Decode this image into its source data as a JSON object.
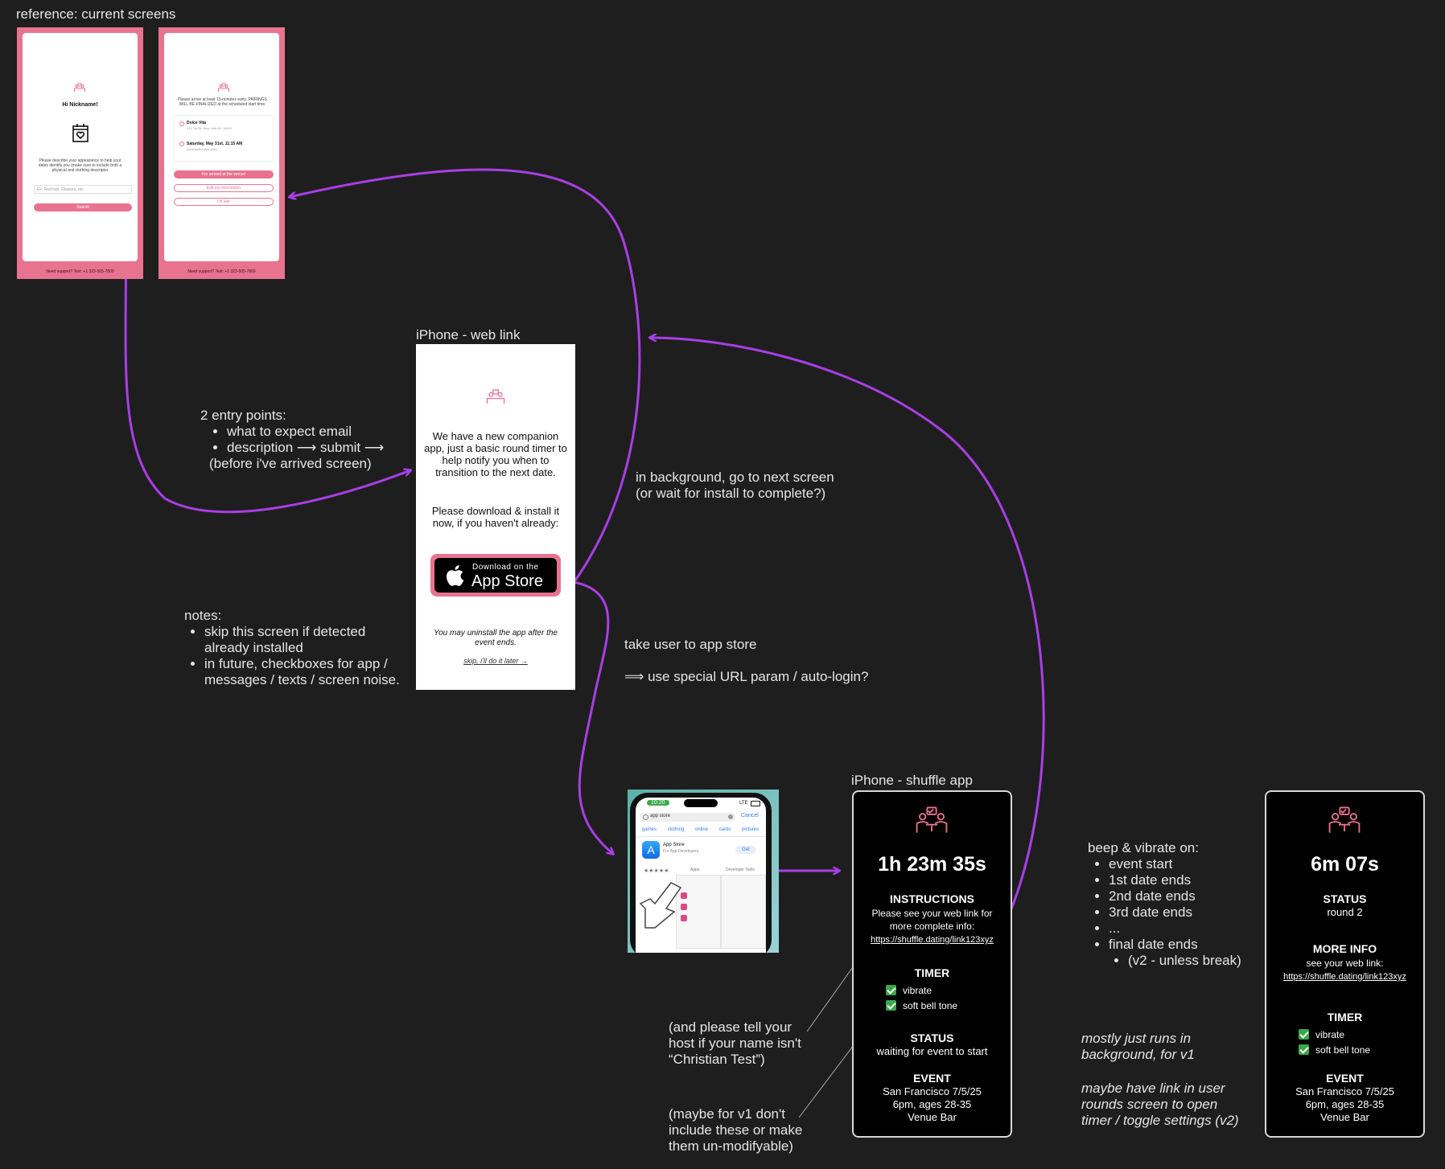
{
  "ref_title": "reference: current screens",
  "ref_screen1": {
    "greeting": "Hi Nickname!",
    "body": "Please describe your appearance to help your dates identify you (make sure to include both a physical and clothing descriptor",
    "input_placeholder": "Ex: Red hair, Glasses, etc.",
    "submit": "Submit",
    "footer": "Need support? Text: +1 323-505-7809"
  },
  "ref_screen2": {
    "body": "Please arrive at least 15-minutes early. PAIRINGS WILL BE FINALIZED at the scheduled start time.",
    "venue": "Dolce Vita",
    "address": "371 7th St, New York NY 10001",
    "date": "Saturday, May 31st, 11:15 AM",
    "date_sub": "(scheduled start time)",
    "btn_arrived": "I've arrived at the venue!",
    "btn_edit": "Edit my description",
    "btn_late": "I'm late",
    "footer": "Need support? Text: +1 323-505-7809"
  },
  "weblink": {
    "label": "iPhone - web link",
    "para1": "We have a new companion app, just a basic round timer to help notify you when to transition to the next date.",
    "para2": "Please download & install it now, if you haven't already:",
    "store_small": "Download on the",
    "store_big": "App Store",
    "uninstall": "You may uninstall the app after the event ends.",
    "skip": "skip, i'll do it later →"
  },
  "entry_note": {
    "title": "2 entry points:",
    "item1": "what to expect email",
    "item2": "description ⟶   submit   ⟶",
    "item2b": "(before i've arrived screen)"
  },
  "notes": {
    "title": "notes:",
    "item1": "skip this screen if detected already installed",
    "item2": "in future, checkboxes for app / messages / texts / screen noise."
  },
  "bg_note": {
    "line1": "in background, go to next screen",
    "line2": "(or wait for install to complete?)"
  },
  "store_note": {
    "line1": "take user to app store",
    "line2": "⟹ use special URL param / auto-login?"
  },
  "store_screenshot": {
    "time": "10:20",
    "signal": "LTE",
    "search": "app store",
    "cancel": "Cancel",
    "chips": [
      "games",
      "clothing",
      "online",
      "cards",
      "pictures"
    ],
    "app_name": "App Store",
    "app_sub": "For App Developers",
    "get": "Get",
    "tab1": "Apps",
    "tab2": "Developer Tools"
  },
  "shuffle_app": {
    "label": "iPhone - shuffle app",
    "timer": "1h 23m 35s",
    "instructions_h": "INSTRUCTIONS",
    "instructions_1": "Please see your web link for",
    "instructions_2": "more complete info:",
    "link": "https://shuffle.dating/link123xyz",
    "timer_h": "TIMER",
    "vibrate": "vibrate",
    "bell": "soft bell tone",
    "status_h": "STATUS",
    "status_v": "waiting for event to start",
    "event_h": "EVENT",
    "event_1": "San Francisco 7/5/25",
    "event_2": "6pm, ages 28-35",
    "event_3": "Venue Bar"
  },
  "host_note": "(and please tell your host if your name isn't “Christian Test”)",
  "v1_note": "(maybe for v1 don't include these or make them un-modifyable)",
  "beep_note": {
    "title": "beep & vibrate on:",
    "items": [
      "event start",
      "1st date ends",
      "2nd date ends",
      "3rd date ends",
      "...",
      "final date ends"
    ],
    "sub": "(v2 - unless break)"
  },
  "bg_v1_note": "mostly just runs in background, for v1",
  "v2_note": "maybe have link in user rounds screen to open timer / toggle settings (v2)",
  "shuffle_app2": {
    "timer": "6m 07s",
    "status_h": "STATUS",
    "status_v": "round 2",
    "more_h": "MORE INFO",
    "more_1": "see your web link:",
    "link": "https://shuffle.dating/link123xyz",
    "timer_h": "TIMER",
    "vibrate": "vibrate",
    "bell": "soft bell tone",
    "event_h": "EVENT",
    "event_1": "San Francisco 7/5/25",
    "event_2": "6pm, ages 28-35",
    "event_3": "Venue Bar"
  },
  "colors": {
    "arrow": "#a93ee6",
    "brand_pink": "#e8738f",
    "check_green": "#3aa84a"
  }
}
